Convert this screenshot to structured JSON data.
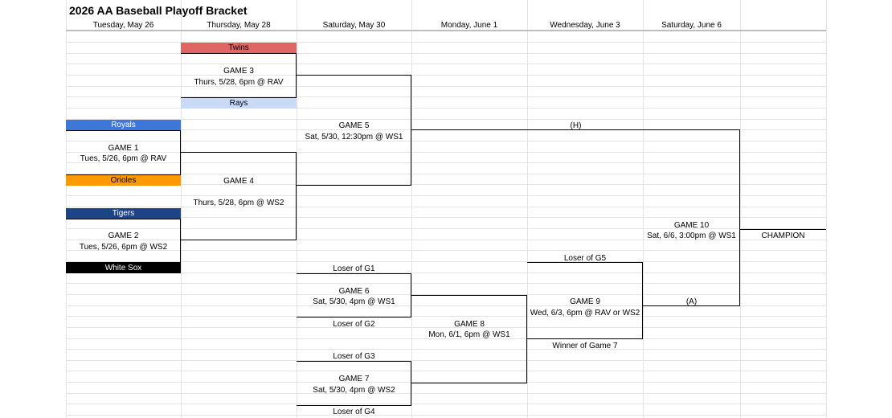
{
  "title": "2026 AA Baseball Playoff Bracket",
  "dates": [
    "Tuesday, May 26",
    "Thursday, May 28",
    "Saturday, May 30",
    "Monday, June 1",
    "Wednesday, June 3",
    "Saturday, June 6"
  ],
  "teams": {
    "twins": {
      "label": "Twins",
      "color": "#e06666"
    },
    "rays": {
      "label": "Rays",
      "color": "#c9daf8"
    },
    "royals": {
      "label": "Royals",
      "color": "#3c78d8"
    },
    "orioles": {
      "label": "Orioles",
      "color": "#ff9900"
    },
    "tigers": {
      "label": "Tigers",
      "color": "#1c4587"
    },
    "whitesox": {
      "label": "White Sox",
      "color": "#000000"
    }
  },
  "games": {
    "g1": {
      "name": "GAME 1",
      "detail": "Tues, 5/26, 6pm @ RAV"
    },
    "g2": {
      "name": "GAME 2",
      "detail": "Tues, 5/26, 6pm @ WS2"
    },
    "g3": {
      "name": "GAME 3",
      "detail": "Thurs, 5/28, 6pm @ RAV"
    },
    "g4": {
      "name": "GAME 4",
      "detail": "Thurs, 5/28, 6pm @ WS2"
    },
    "g5": {
      "name": "GAME 5",
      "detail": "Sat, 5/30, 12:30pm @ WS1"
    },
    "g6": {
      "name": "GAME 6",
      "detail": "Sat, 5/30, 4pm @ WS1"
    },
    "g7": {
      "name": "GAME 7",
      "detail": "Sat, 5/30, 4pm @ WS2"
    },
    "g8": {
      "name": "GAME 8",
      "detail": "Mon, 6/1, 6pm @ WS1"
    },
    "g9": {
      "name": "GAME 9",
      "detail": "Wed, 6/3, 6pm @ RAV or WS2"
    },
    "g10": {
      "name": "GAME 10",
      "detail": "Sat, 6/6, 3:00pm @ WS1"
    }
  },
  "labels": {
    "loser_g1": "Loser of G1",
    "loser_g2": "Loser of G2",
    "loser_g3": "Loser of G3",
    "loser_g4": "Loser of G4",
    "loser_g5": "Loser of G5",
    "winner_g7": "Winner of Game 7",
    "home": "(H)",
    "away": "(A)",
    "champion": "CHAMPION"
  }
}
